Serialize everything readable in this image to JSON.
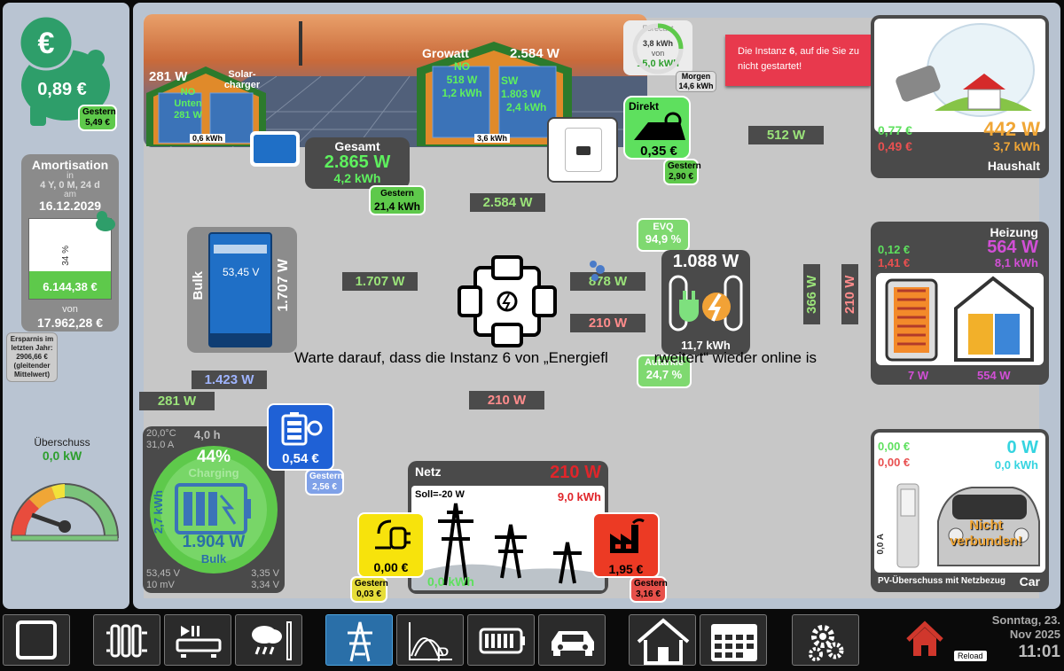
{
  "savings": {
    "today": "0,89 €",
    "yesterday_label": "Gestern",
    "yesterday": "5,49 €"
  },
  "amortisation": {
    "title": "Amortisation",
    "in_label": "in",
    "duration": "4 Y, 0 M, 24 d",
    "am_label": "am",
    "date": "16.12.2029",
    "pct": "34 %",
    "pct_fraction": 0.34,
    "amount": "6.144,38 €",
    "von_label": "von",
    "total": "17.962,28 €",
    "note": "Ersparnis im letzten Jahr: 2906,66 € (gleitender Mittelwert)"
  },
  "surplus": {
    "label": "Überschuss",
    "value": "0,0 kW",
    "gauge_fraction": 0.35
  },
  "solar": {
    "left": {
      "watts": "281 W",
      "name": "Solar-charger",
      "dir1": "NO",
      "dir2": "Unten",
      "sub": "281 W",
      "kwh": "0,6 kWh"
    },
    "growatt": {
      "name": "Growatt",
      "watts": "2.584 W",
      "no_label": "NO",
      "no_w": "518 W",
      "no_kwh": "1,2 kWh",
      "sw_label": "SW",
      "sw_w": "1.803 W",
      "sw_kwh": "2,4 kWh",
      "kwh": "3,6 kWh"
    },
    "total": {
      "label": "Gesamt",
      "watts": "2.865 W",
      "kwh": "4,2 kWh",
      "yesterday_label": "Gestern",
      "yesterday": "21,4 kWh"
    }
  },
  "forecast": {
    "label": "Forecast",
    "value": "3,8 kWh",
    "von": "von",
    "total": "15,0 kWh",
    "fraction": 0.25,
    "tomorrow_label": "Morgen",
    "tomorrow": "14,6 kWh"
  },
  "direkt": {
    "label": "Direkt",
    "value": "0,35 €",
    "yesterday_label": "Gestern",
    "yesterday": "2,90 €"
  },
  "alert": {
    "text1": "Die Instanz ",
    "inst": "6",
    "text2": ", auf die Sie zu",
    "text3": "nicht gestartet!"
  },
  "waiting": "Warte darauf, dass die Instanz 6 von „Energiefl           rweitert“ wieder online is",
  "flows": {
    "f512": "512 W",
    "f2584": "2.584 W",
    "f1707": "1.707 W",
    "f878": "878 W",
    "f210a": "210 W",
    "f1423": "1.423 W",
    "f281": "281 W",
    "f210b": "210 W",
    "v366": "366 W",
    "v210": "210 W"
  },
  "bulk": {
    "label": "Bulk",
    "voltage": "53,45 V",
    "watts": "1.707 W"
  },
  "evq": {
    "label": "EVQ",
    "value": "94,9 %"
  },
  "autarkie": {
    "label": "Autarkie",
    "value": "24,7 %"
  },
  "consumer": {
    "watts": "1.088 W",
    "kwh": "11,7 kWh"
  },
  "house": {
    "green": "0,77 €",
    "red": "0,49 €",
    "watts": "442 W",
    "kwh": "3,7 kWh",
    "label": "Haushalt"
  },
  "heat": {
    "title": "Heizung",
    "green": "0,12 €",
    "red": "1,41 €",
    "watts": "564 W",
    "kwh": "8,1 kWh",
    "left_w": "7 W",
    "right_w": "554 W"
  },
  "car": {
    "green": "0,00 €",
    "red": "0,00 €",
    "watts": "0 W",
    "kwh": "0,0 kWh",
    "status": "Nicht verbunden!",
    "amp": "0,0 A",
    "footer": "PV-Überschuss mit Netzbezug",
    "label": "Car"
  },
  "battery": {
    "temp": "20,0°C",
    "current": "31,0 A",
    "hours": "4,0 h",
    "pct": "44%",
    "pct_fraction": 0.44,
    "state": "Charging",
    "power": "1.904 W",
    "mode": "Bulk",
    "cap": "2,7 kWh",
    "v1": "53,45 V",
    "v2": "10 mV",
    "v3": "3,35 V",
    "v4": "3,34 V",
    "value": "0,54 €",
    "yesterday_label": "Gestern",
    "yesterday": "2,56 €"
  },
  "grid": {
    "title": "Netz",
    "watts": "210 W",
    "soll": "Soll=-20 W",
    "kwh": "9,0 kWh",
    "feed_kwh": "0,0 kWh",
    "feed_value": "0,00 €",
    "feed_yesterday_label": "Gestern",
    "feed_yesterday": "0,03 €",
    "buy_value": "1,95 €",
    "buy_yesterday_label": "Gestern",
    "buy_yesterday": "3,16 €"
  },
  "footer": {
    "date_line1": "Sonntag, 23.",
    "date_line2": "Nov 2025",
    "time": "11:01",
    "reload": "Reload"
  },
  "colors": {
    "green": "#5ec94b",
    "red": "#e7504a",
    "blue": "#2a6fa8",
    "magenta": "#d24fd6",
    "orange": "#f0a636",
    "cyan": "#35d4e0"
  }
}
